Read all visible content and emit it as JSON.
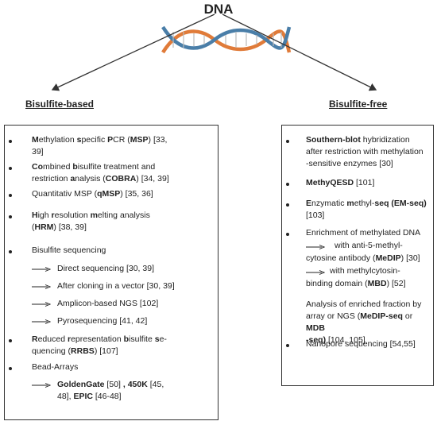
{
  "title": "DNA",
  "left_heading": "Bisulfite-based",
  "right_heading": "Bisulfite-free",
  "colors": {
    "strand_orange": "#e07b39",
    "strand_blue": "#4a7ea8",
    "line": "#333333"
  },
  "left_items": {
    "msp": {
      "b1": "M",
      "t1": "ethylation ",
      "b2": "s",
      "t2": "pecific ",
      "b3": "P",
      "t3": "CR (",
      "b4": "MSP",
      "t4": ") [33,",
      "line2": "39]"
    },
    "cobra": {
      "b1": "Co",
      "t1": "mbined ",
      "b2": "b",
      "t2": "isulfite treatment and",
      "t3": "restriction ",
      "b3": "a",
      "t4": "nalysis (",
      "b4": "COBRA",
      "t5": ") [34, 39]"
    },
    "qmsp": {
      "t1": "Quantitativ MSP (",
      "b1": "qMSP",
      "t2": ") [35, 36]"
    },
    "hrm": {
      "b1": "H",
      "t1": "igh ",
      "b2": "r",
      "t2": "esolution ",
      "b3": "m",
      "t3": "elting analysis",
      "t4": "(",
      "b4": "HRM",
      "t5": ") [38, 39]"
    },
    "bisulfite_sequencing": "Bisulfite sequencing",
    "sub": [
      "Direct sequencing [30, 39]",
      "After cloning in a vector [30, 39]",
      "Amplicon-based NGS [102]",
      "Pyrosequencing [41, 42]"
    ],
    "rrbs": {
      "b1": "R",
      "t1": "educed ",
      "b2": "r",
      "t2": "epresentation ",
      "b3": "b",
      "t3": "isulfite ",
      "b4": "s",
      "t4": "e-",
      "t5": "quencing (",
      "b5": "RRBS",
      "t6": ") [107]"
    },
    "bead_arrays": "Bead-Arrays",
    "bead": {
      "b1": "GoldenGate",
      "t1": " [50] ",
      "b2": ", 450K",
      "t2": " [45,",
      "t3": "48], ",
      "b3": "EPIC",
      "t4": " [46-48]"
    }
  },
  "right_items": {
    "southern": {
      "b1": "Southern-blot",
      "t1": " hybridization",
      "line2": "after restriction with methylation",
      "line3": "-sensitive enzymes [30]"
    },
    "methyqesd": {
      "b1": "MethyQESD",
      "t1": " [101]"
    },
    "emseq": {
      "b1": "E",
      "t1": "nzymatic ",
      "b2": "m",
      "t2": "ethyl-",
      "b3": "seq (EM-seq)",
      "line2": "[103]"
    },
    "enrichment": "Enrichment of methylated DNA",
    "medip": {
      "t1": "with anti-5-methyl-",
      "t2": "cytosine antibody (",
      "b1": "MeDIP",
      "t3": ") [30]"
    },
    "mbd": {
      "t1": "with methylcytosin-",
      "t2": "binding domain (",
      "b1": "MBD",
      "t3": ") [52]"
    },
    "analysis": {
      "t1": "Analysis of enriched fraction by",
      "t2": "array or NGS (",
      "b1": "MeDIP-seq",
      "t3": " or ",
      "b2": "MDB",
      "b3": "-seq)",
      "t4": " [104, 105]"
    },
    "nanopore": "Nanopore sequencing [54,55]"
  }
}
